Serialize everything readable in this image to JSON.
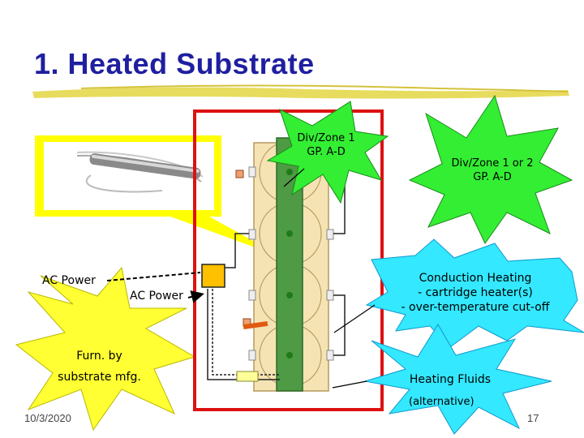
{
  "title": "1. Heated Substrate",
  "callouts": {
    "ac_power_left": "AC Power",
    "ac_power_right": "AC Power",
    "furnished_line1": "Furn. by",
    "furnished_line2": "substrate mfg.",
    "div_zone_1_line1": "Div/Zone 1",
    "div_zone_1_line2": "GP. A-D",
    "div_zone_1_or_2_line1": "Div/Zone 1 or 2",
    "div_zone_1_or_2_line2": "GP. A-D",
    "conduction_line1": "Conduction Heating",
    "conduction_line2": "- cartridge heater(s)",
    "conduction_line3": "- over-temperature cut-off",
    "heating_fluids": "Heating Fluids",
    "alternative": "(alternative)"
  },
  "footer": {
    "date": "10/3/2020",
    "page": "17"
  },
  "colors": {
    "title": "#1f1fa0",
    "title_underline": "#e6d84c",
    "starburst_yellow": "#ffff33",
    "starburst_green": "#33ee33",
    "starburst_cyan": "#33e8ff",
    "enclosure": "#dd1111",
    "substrate": "#f6e3b4",
    "heater_rod": "#4f9a44",
    "junction_box": "#ffc000",
    "pointer_line": "#000000"
  }
}
